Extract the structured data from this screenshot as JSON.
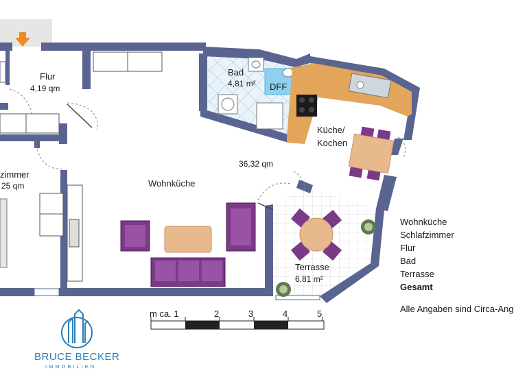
{
  "rooms": {
    "flur": {
      "name": "Flur",
      "area": "4,19 qm"
    },
    "bad": {
      "name": "Bad",
      "area": "4,81 m²",
      "dff": "DFF"
    },
    "kueche": {
      "name": "Küche/",
      "name2": "Kochen"
    },
    "wohnkueche": {
      "name": "Wohnküche",
      "area": "36,32 qm"
    },
    "schlafzimmer": {
      "name": "zimmer",
      "area": "25 qm"
    },
    "terrasse": {
      "name": "Terrasse",
      "area": "6,81 m²"
    }
  },
  "legend": {
    "items": [
      "Wohnküche",
      "Schlafzimmer",
      "Flur",
      "Bad",
      "Terrasse"
    ],
    "total": "Gesamt",
    "note": "Alle Angaben sind Circa-Ang"
  },
  "scale": {
    "prefix": "m ca. 1",
    "ticks": [
      "2",
      "3",
      "4",
      "5"
    ]
  },
  "logo": {
    "name": "BRUCE BECKER",
    "sub": "IMMOBILIEN"
  },
  "colors": {
    "wall": "#5a6491",
    "counter": "#e2a55a",
    "furniture": "#7b3a86",
    "table": "#e8b98c",
    "entrance_arrow": "#f08a1e",
    "logo": "#2a7fb8"
  }
}
